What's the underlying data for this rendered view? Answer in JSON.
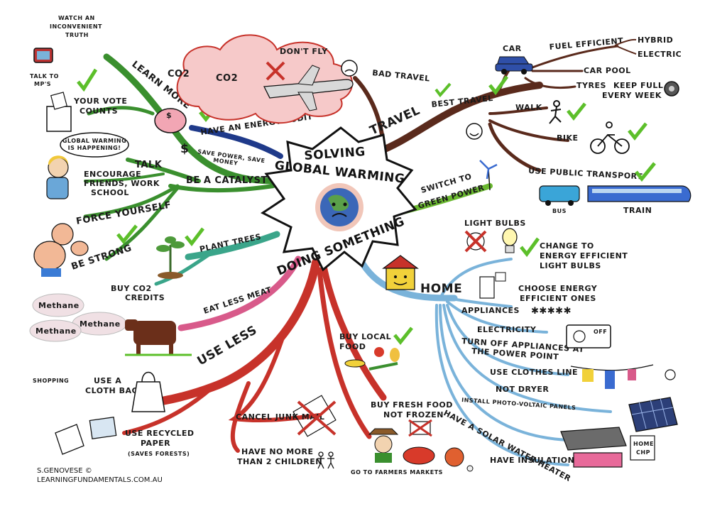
{
  "center": {
    "line1": "SOLVING",
    "line2": "GLOBAL WARMING",
    "line3": "DOING SOMETHING"
  },
  "branches": {
    "learn_more": {
      "title": "LEARN MORE",
      "watch": [
        "WATCH AN",
        "INCONVENIENT",
        "TRUTH"
      ],
      "talk_mps": [
        "TALK TO",
        "MP'S"
      ],
      "vote": [
        "YOUR VOTE",
        "COUNTS"
      ]
    },
    "talk": {
      "title": "TALK",
      "bubble": [
        "GLOBAL WARMING",
        "IS HAPPENING!"
      ],
      "encourage": [
        "ENCOURAGE",
        "FRIENDS, WORK",
        "SCHOOL"
      ]
    },
    "catalyst": {
      "title": "BE A CATALYST",
      "energy_audit": "HAVE AN ENERGY AUDIT",
      "save": [
        "SAVE POWER, SAVE",
        "MONEY"
      ]
    },
    "force": "FORCE YOURSELF",
    "strong": "BE STRONG",
    "plant_trees": "PLANT TREES",
    "co2_credits": [
      "BUY CO2",
      "CREDITS"
    ],
    "eat_less_meat": "EAT LESS MEAT",
    "methane": [
      "Methane",
      "Methane",
      "Methane"
    ],
    "travel": {
      "title": "TRAVEL",
      "bad": "BAD TRAVEL",
      "dont_fly": "DON'T FLY",
      "co2": [
        "CO2",
        "CO2"
      ],
      "best": "BEST TRAVEL",
      "car": "CAR",
      "fuel": "FUEL EFFICIENT",
      "hybrid": "HYBRID",
      "electric": "ELECTRIC",
      "carpool": "CAR POOL",
      "tyres": "TYRES",
      "keep_full": [
        "KEEP FULL",
        "EVERY WEEK"
      ],
      "walk": "WALK",
      "bike": "BIKE",
      "public": "USE PUBLIC TRANSPORT",
      "bus": "BUS",
      "train": "TRAIN"
    },
    "green_power": [
      "SWITCH TO",
      "GREEN POWER"
    ],
    "home": {
      "title": "HOME",
      "light_bulbs": "LIGHT BULBS",
      "change": [
        "CHANGE TO",
        "ENERGY EFFICIENT",
        "LIGHT BULBS"
      ],
      "choose": [
        "CHOOSE ENERGY",
        "EFFICIENT ONES"
      ],
      "appliances": "APPLIANCES",
      "electricity": "ELECTRICITY",
      "turn_off": [
        "TURN OFF APPLIANCES AT",
        "THE POWER POINT"
      ],
      "off": "OFF",
      "clothes_line": "USE CLOTHES LINE",
      "not_dryer": "NOT DRYER",
      "pv": "INSTALL PHOTO-VOLTAIC PANELS",
      "solar_water": "HAVE A SOLAR WATER HEATER",
      "insulation": "HAVE INSULATION",
      "chp": [
        "HOME",
        "CHP"
      ]
    },
    "use_less": {
      "title": "USE LESS",
      "shopping": "SHOPPING",
      "cloth_bag": [
        "USE A",
        "CLOTH BAG"
      ],
      "recycled": [
        "USE RECYCLED",
        "PAPER",
        "(SAVES FORESTS)"
      ],
      "junk_mail": "CANCEL JUNK MAIL",
      "children": [
        "HAVE NO MORE",
        "THAN 2 CHILDREN"
      ]
    },
    "buy_local": [
      "BUY LOCAL",
      "FOOD"
    ],
    "fresh_food": [
      "BUY FRESH FOOD",
      "NOT FROZEN"
    ],
    "farmers": "GO TO FARMERS MARKETS"
  },
  "credit": [
    "S.GENOVESE ©",
    "LEARNINGFUNDAMENTALS.COM.AU"
  ],
  "colors": {
    "green": "#3a8f2e",
    "red": "#c7322a",
    "brown": "#5a2a1c",
    "navy": "#1f3a8a",
    "teal": "#3aa58a",
    "pink": "#d85a8a",
    "blue": "#7ab3da",
    "lime": "#6ab830",
    "tick": "#5cbf2a"
  }
}
